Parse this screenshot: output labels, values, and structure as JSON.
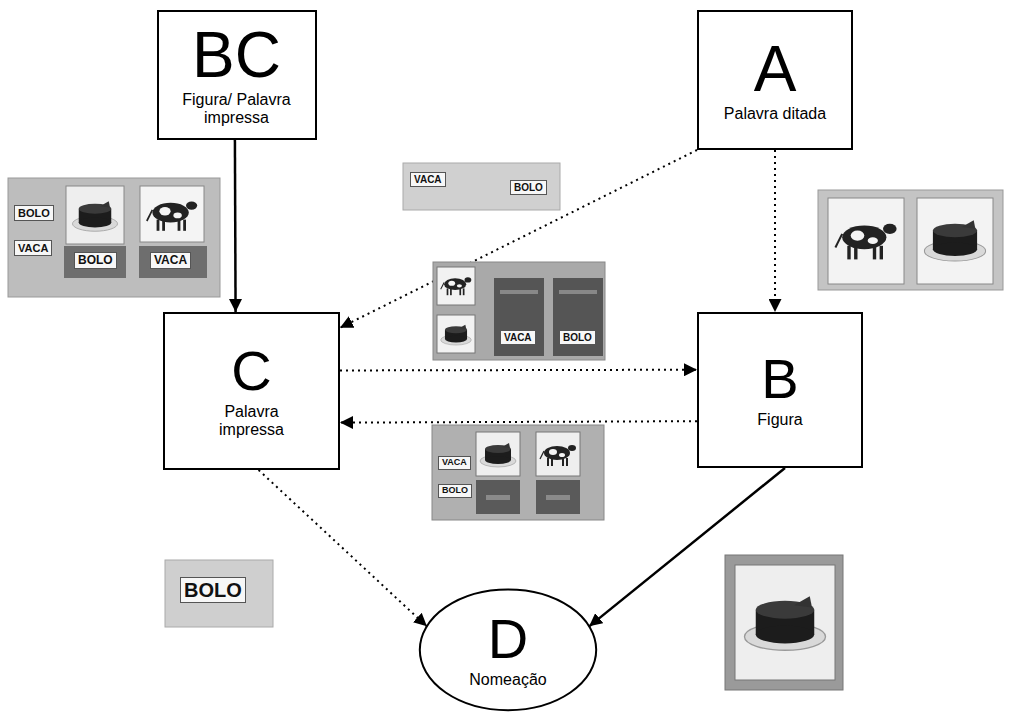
{
  "diagram": {
    "nodes": [
      {
        "text": [
          "BC",
          "Figura/ Palavra impressa"
        ]
      },
      {
        "text": [
          "A",
          "Palavra ditada"
        ]
      },
      {
        "text": [
          "C",
          "Palavra impressa"
        ]
      },
      {
        "text": [
          "B",
          "Figura"
        ]
      },
      {
        "text": [
          "D",
          "Nomeação"
        ]
      }
    ],
    "edges": [
      {
        "from": 0,
        "to": 2,
        "arrow": "to"
      },
      {
        "from": 1,
        "to": 2,
        "arrow": "to"
      },
      {
        "from": 1,
        "to": 3,
        "arrow": "to"
      },
      {
        "from": 2,
        "to": 3,
        "arrow": "to"
      },
      {
        "from": 3,
        "to": 2,
        "arrow": "to"
      },
      {
        "from": 2,
        "to": 4,
        "arrow": "to"
      },
      {
        "from": 3,
        "to": 4,
        "arrow": "to"
      }
    ],
    "labels": [
      "BOLO",
      "VACA",
      "BOLO",
      "VACA",
      "VACA",
      "BOLO",
      "VACA",
      "BOLO",
      "VACA",
      "BOLO",
      "BOLO"
    ]
  }
}
